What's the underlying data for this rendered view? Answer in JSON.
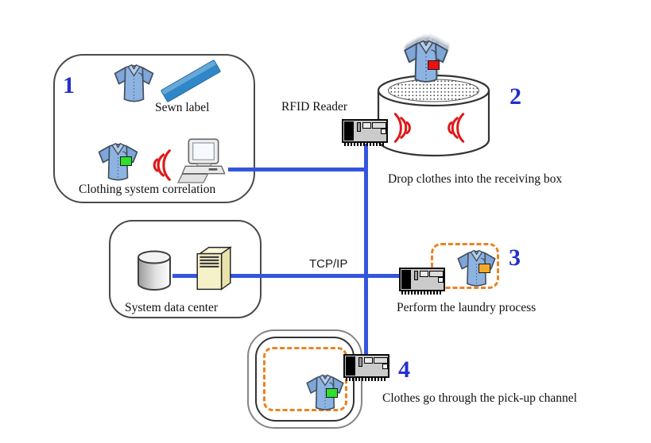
{
  "figure": {
    "steps": [
      {
        "number": "1",
        "label_sewn": "Sewn label",
        "label_correlation": "Clothing system correlation"
      },
      {
        "number": "2",
        "caption": "Drop clothes into the receiving box"
      },
      {
        "number": "3",
        "caption": "Perform the laundry process"
      },
      {
        "number": "4",
        "caption": "Clothes go through the pick-up channel"
      }
    ],
    "rfid_reader_label": "RFID Reader",
    "network_label": "TCP/IP",
    "data_center_label": "System data center"
  },
  "colors": {
    "connection_line": "#3356dd",
    "step_number": "#2230cc",
    "signal_wave": "#e01818",
    "dashed_zone": "#ec8220",
    "sewn_strip": "#2f87c8",
    "tag_green": "#2ce02c",
    "tag_red": "#ee1010",
    "tag_orange": "#f5a928"
  }
}
